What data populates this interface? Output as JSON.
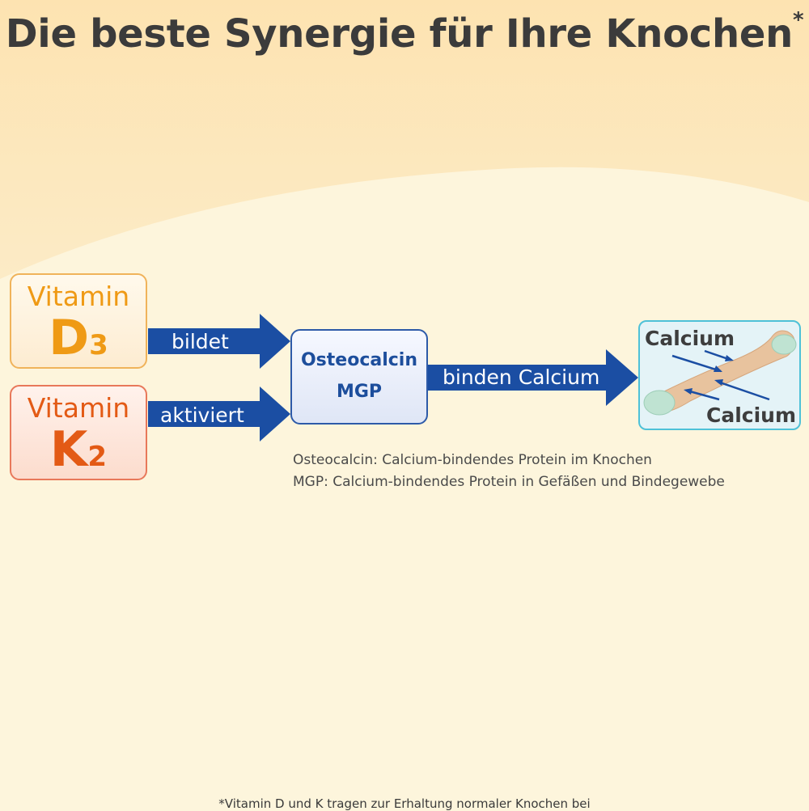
{
  "title": "Die beste Synergie für Ihre Knochen",
  "title_mark": "*",
  "vitamin_d": {
    "name": "Vitamin",
    "letter": "D",
    "sub": "3"
  },
  "vitamin_k": {
    "name": "Vitamin",
    "letter": "K",
    "sub": "2"
  },
  "arrows": {
    "bildet": "bildet",
    "aktiviert": "aktiviert",
    "binden": "binden Calcium"
  },
  "center_box": {
    "line1": "Osteocalcin",
    "line2": "MGP"
  },
  "bone": {
    "calcium_top": "Calcium",
    "calcium_bottom": "Calcium"
  },
  "notes": [
    "Osteocalcin: Calcium-bindendes Protein im Knochen",
    "MGP: Calcium-bindendes Protein in Gefäßen und Bindegewebe"
  ],
  "footnote": "*Vitamin D und K tragen zur Erhaltung normaler Knochen bei",
  "colors": {
    "vitamin_d": "#ef9a15",
    "vitamin_k": "#e35a15",
    "arrow_blue": "#1b4ea3",
    "title": "#3b3b3b"
  }
}
